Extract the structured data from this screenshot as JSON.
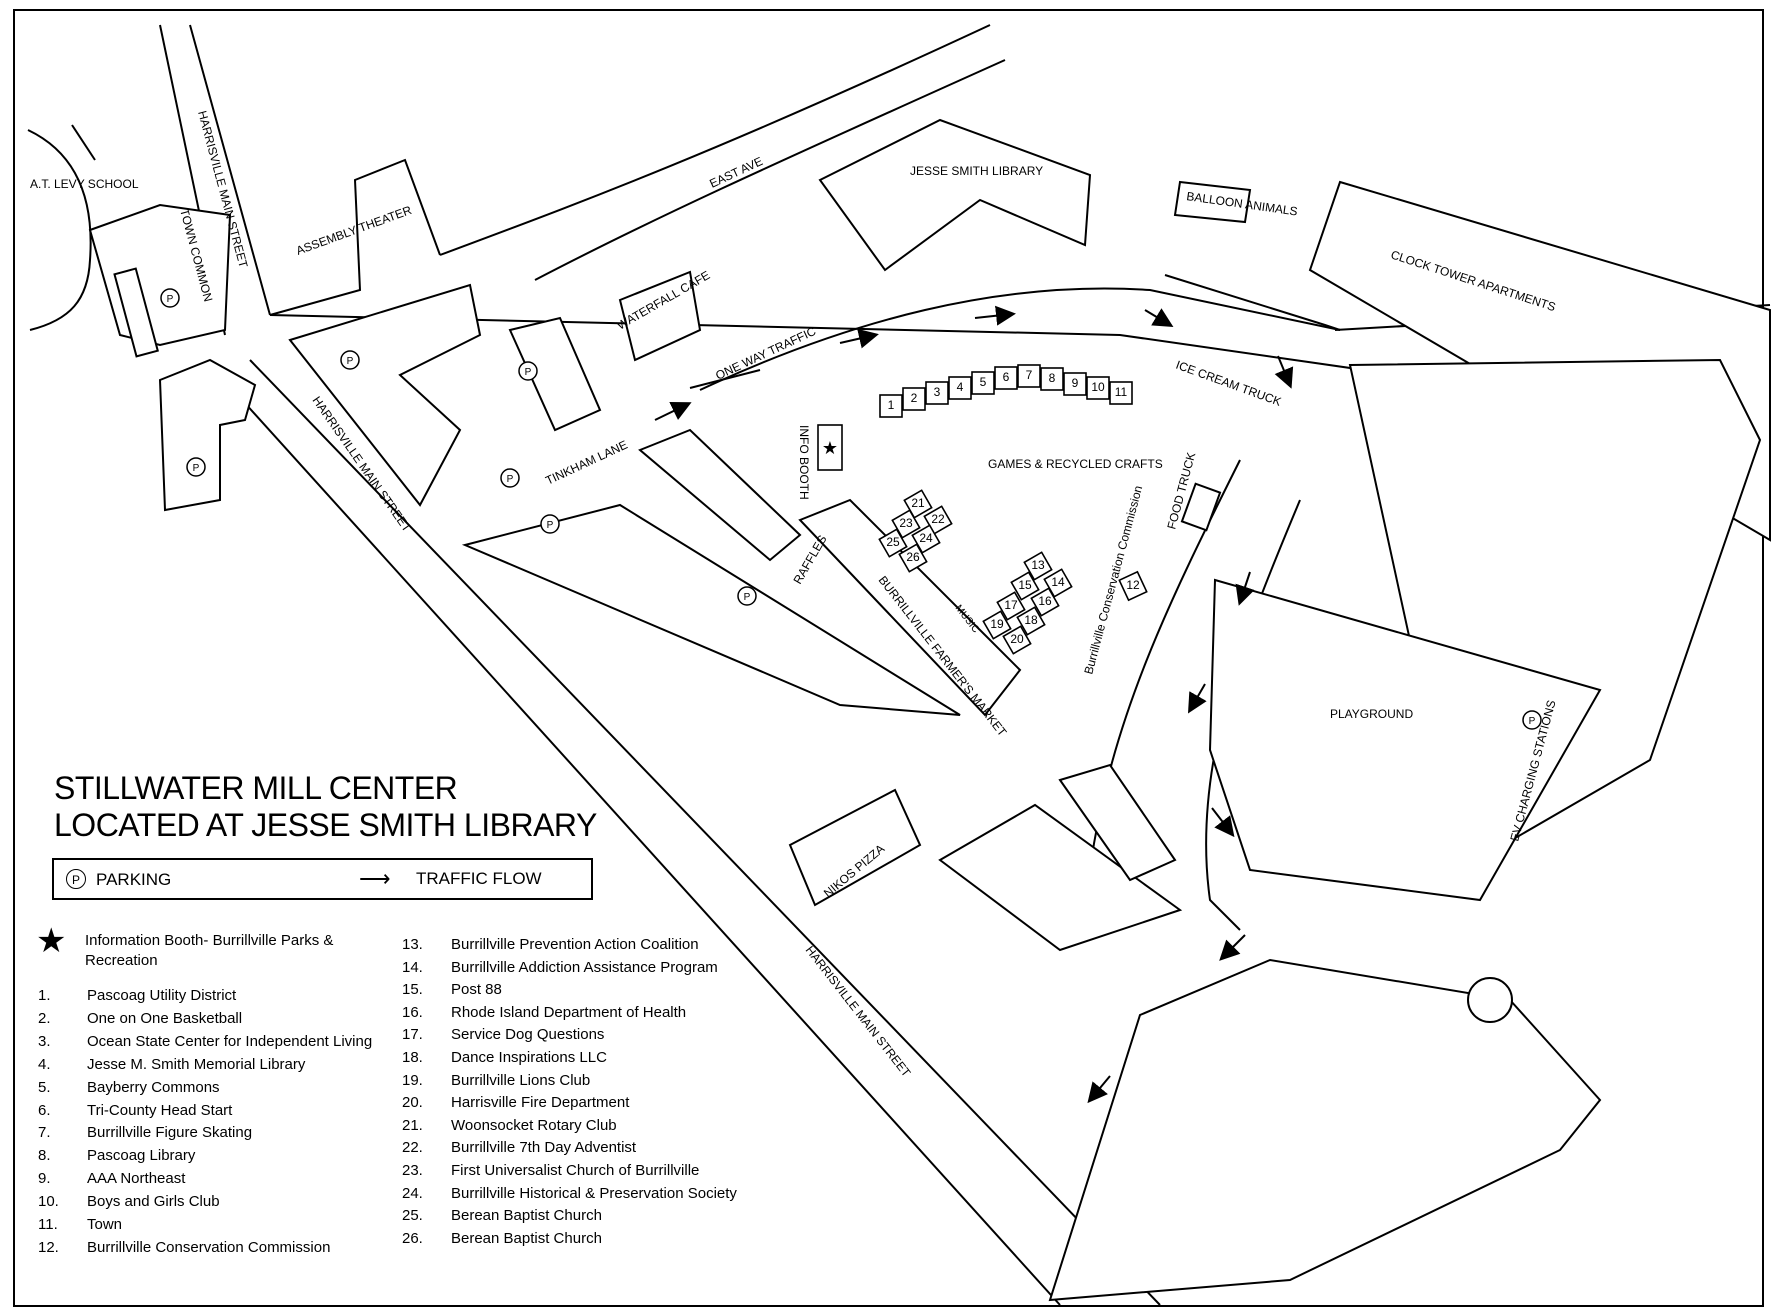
{
  "title": {
    "line1": "STILLWATER MILL CENTER",
    "line2": "LOCATED AT JESSE SMITH LIBRARY"
  },
  "legend": {
    "parking_symbol": "P",
    "parking_label": "PARKING",
    "traffic_label": "TRAFFIC FLOW"
  },
  "map_labels": {
    "at_levy_school": "A.T. LEVY SCHOOL",
    "harrisville_main_street": "HARRISVILLE MAIN STREET",
    "town_common": "TOWN COMMON",
    "assembly_theater": "ASSEMBLY THEATER",
    "east_ave": "EAST AVE",
    "jesse_smith_library": "JESSE SMITH LIBRARY",
    "balloon_animals": "BALLOON ANIMALS",
    "clock_tower_apartments": "CLOCK TOWER APARTMENTS",
    "waterfall_cafe": "WATERFALL CAFE",
    "one_way_traffic": "ONE WAY TRAFFIC",
    "ice_cream_truck": "ICE CREAM TRUCK",
    "info_booth": "INFO BOOTH",
    "tinkham_lane": "TINKHAM LANE",
    "games_crafts": "GAMES & RECYCLED CRAFTS",
    "food_truck": "FOOD TRUCK",
    "raffles": "RAFFLES",
    "farmers_market": "BURRILLVILLE FARMER'S MARKET",
    "music": "MUSIC",
    "conservation_commission": "Burrillville Conservation Commission",
    "playground": "PLAYGROUND",
    "ev_charging": "EV CHARGING STATIONS",
    "nikos_pizza": "NIKOS PIZZA"
  },
  "booth_numbers": [
    "1",
    "2",
    "3",
    "4",
    "5",
    "6",
    "7",
    "8",
    "9",
    "10",
    "11",
    "12",
    "13",
    "14",
    "15",
    "16",
    "17",
    "18",
    "19",
    "20",
    "21",
    "22",
    "23",
    "24",
    "25",
    "26"
  ],
  "info_booth_entry": "Information Booth- Burrillville Parks & Recreation",
  "vendors_left": [
    {
      "num": "1.",
      "name": "Pascoag Utility District"
    },
    {
      "num": "2.",
      "name": "One on One Basketball"
    },
    {
      "num": "3.",
      "name": "Ocean State Center for Independent Living"
    },
    {
      "num": "4.",
      "name": "Jesse M. Smith Memorial Library"
    },
    {
      "num": "5.",
      "name": "Bayberry Commons"
    },
    {
      "num": "6.",
      "name": "Tri-County Head Start"
    },
    {
      "num": "7.",
      "name": "Burrillville Figure Skating"
    },
    {
      "num": "8.",
      "name": "Pascoag Library"
    },
    {
      "num": "9.",
      "name": "AAA Northeast"
    },
    {
      "num": "10.",
      "name": "Boys and Girls Club"
    },
    {
      "num": "11.",
      "name": "Town"
    },
    {
      "num": "12.",
      "name": "Burrillville Conservation Commission"
    }
  ],
  "vendors_right": [
    {
      "num": "13.",
      "name": "Burrillville Prevention Action Coalition"
    },
    {
      "num": "14.",
      "name": "Burrillville Addiction Assistance Program"
    },
    {
      "num": "15.",
      "name": "Post 88"
    },
    {
      "num": "16.",
      "name": "Rhode Island Department of Health"
    },
    {
      "num": "17.",
      "name": "Service Dog Questions"
    },
    {
      "num": "18.",
      "name": "Dance Inspirations LLC"
    },
    {
      "num": "19.",
      "name": "Burrillville Lions Club"
    },
    {
      "num": "20.",
      "name": "Harrisville Fire Department"
    },
    {
      "num": "21.",
      "name": "Woonsocket Rotary Club"
    },
    {
      "num": "22.",
      "name": "Burrillville 7th Day Adventist"
    },
    {
      "num": "23.",
      "name": "First Universalist Church of Burrillville"
    },
    {
      "num": "24.",
      "name": "Burrillville Historical & Preservation Society"
    },
    {
      "num": "25.",
      "name": "Berean Baptist Church"
    },
    {
      "num": "26.",
      "name": "Berean Baptist Church"
    }
  ]
}
